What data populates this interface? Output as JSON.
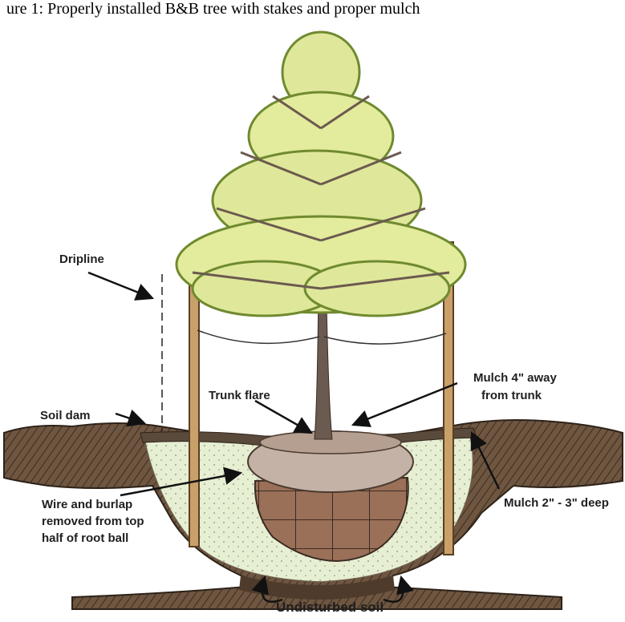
{
  "caption": "ure 1: Properly installed B&B tree with stakes and proper mulch",
  "labels": {
    "dripline": "Dripline",
    "soil_dam": "Soil dam",
    "trunk_flare": "Trunk flare",
    "mulch_away_1": "Mulch 4\" away",
    "mulch_away_2": "from trunk",
    "mulch_deep": "Mulch 2\" - 3\" deep",
    "wire_1": "Wire and burlap",
    "wire_2": "removed from top",
    "wire_3": "half of root ball",
    "undisturbed": "Undisturbed soil"
  },
  "colors": {
    "foliage_dark": "#7f9a3c",
    "foliage_light": "#e3eb9c",
    "bark": "#6b5a4f",
    "stake": "#c9a06a",
    "soil": "#5b4634",
    "mulch_fill": "#e6efd2",
    "rootball": "#9a7059",
    "rootball_top": "#c4b2a6"
  }
}
